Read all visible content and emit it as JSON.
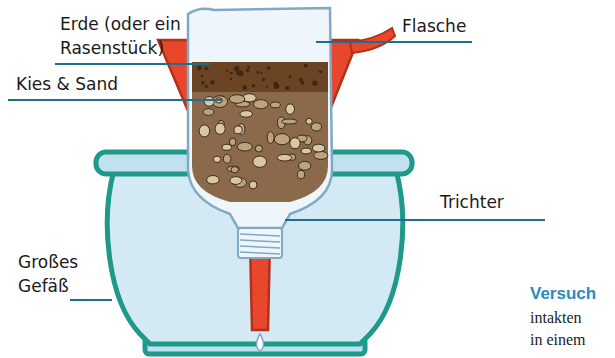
{
  "diagram": {
    "labels": [
      "Erde (oder ein Rasenstück)",
      "Kies & Sand",
      "Flasche",
      "Trichter",
      "Großes Gefäß",
      "Versuch",
      "intakten",
      "in einem"
    ]
  }
}
